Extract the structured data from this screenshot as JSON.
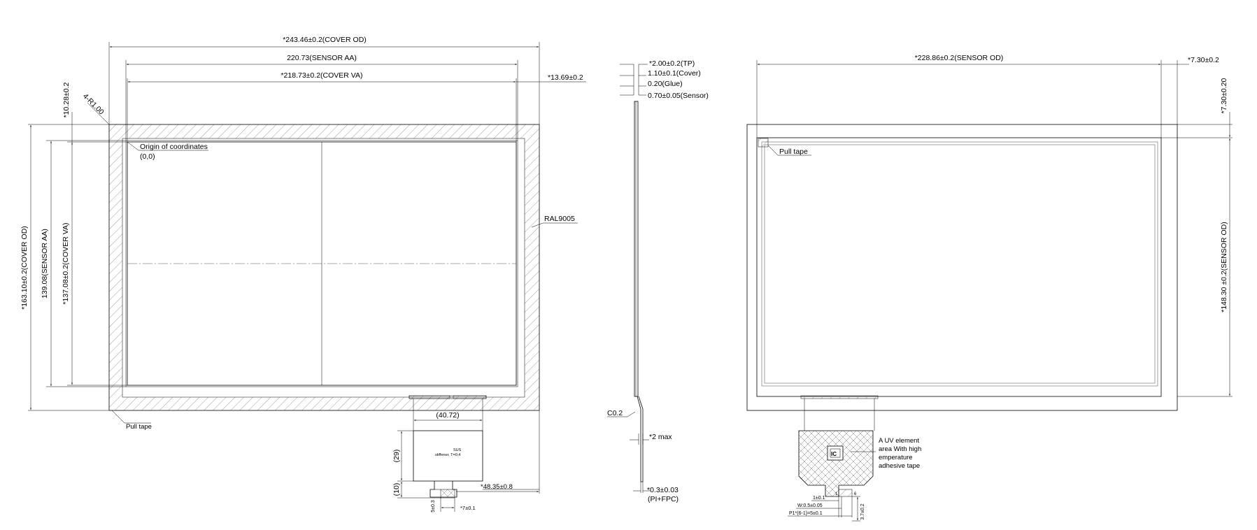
{
  "front_view": {
    "cover_od_width": "*243.46±0.2(COVER OD)",
    "sensor_aa_width": "220.73(SENSOR AA)",
    "cover_va_width": "*218.73±0.2(COVER VA)",
    "right_margin": "*13.69±0.2",
    "top_margin": "*10.28±0.2",
    "corner_radius": "4-R1.00",
    "cover_od_height": "*163.10±0.2(COVER OD)",
    "sensor_aa_height": "139.08(SENSOR AA)",
    "cover_va_height": "*137.08±0.2(COVER VA)",
    "origin_label": "Origin of coordinates",
    "origin_value": "(0,0)",
    "border_color": "RAL9005",
    "pull_tape": "Pull tape",
    "fpc_width": "(40.72)",
    "fpc_length": "(29)",
    "fpc_tail": "(10)",
    "fpc_offset": "*48.35±0.8",
    "tail_height": "5±0.3",
    "tail_width": "*7±0.1",
    "stiffener_a": "SUS",
    "stiffener_b": "stiffener, T=0.4"
  },
  "side_view": {
    "tp_thickness": "*2.00±0.2(TP)",
    "cover_thickness": "1.10±0.1(Cover)",
    "glue_thickness": "0.20(Glue)",
    "sensor_thickness": "0.70±0.05(Sensor)",
    "chamfer": "C0.2",
    "max_bend": "*2 max",
    "fpc_thickness": "*0.3±0.03",
    "fpc_material": "(PI+FPC)"
  },
  "back_view": {
    "sensor_od_width": "*228.86±0.2(SENSOR OD)",
    "right_offset": "*7.30±0.2",
    "top_offset": "*7.30±0.20",
    "sensor_od_height": "*148.30 ±0.2(SENSOR OD)",
    "pull_tape": "Pull tape",
    "uv_note_1": "A UV element",
    "uv_note_2": "area With high",
    "uv_note_3": "emperature",
    "uv_note_4": "adhesive tape",
    "ic_label": "IC",
    "pin_width": "1±0.1",
    "pin_gap": "W:0.5±0.05",
    "pitch": "P1*(6-1)=5±0.1",
    "tail_len": "3.7±0.2",
    "pin_1": "1",
    "pin_6": "6"
  }
}
